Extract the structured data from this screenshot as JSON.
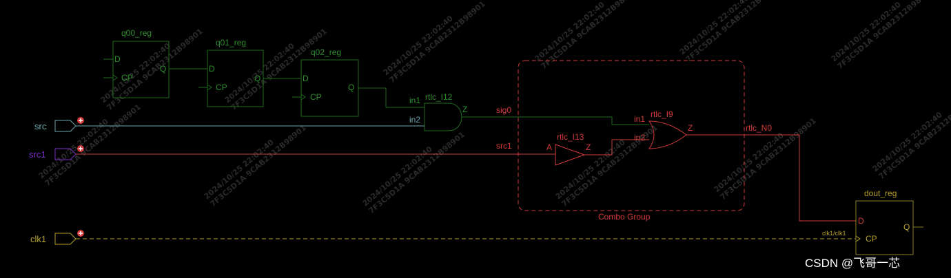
{
  "colors": {
    "background": "#000000",
    "green": "#1f6b1f",
    "greenText": "#2f8f2f",
    "red": "#d23b3b",
    "teal": "#6aa8b0",
    "purple": "#7b2ec8",
    "yellow": "#b6a22c",
    "yellowDim": "#8f7f22",
    "watermark": "#2a2a2a"
  },
  "inputs": {
    "src": "src",
    "src1": "src1",
    "clk1": "clk1"
  },
  "registers": {
    "q00": {
      "name": "q00_reg",
      "d": "D",
      "cp": "CP",
      "q": "Q"
    },
    "q01": {
      "name": "q01_reg",
      "d": "D",
      "cp": "CP",
      "q": "Q"
    },
    "q02": {
      "name": "q02_reg",
      "d": "D",
      "cp": "CP",
      "q": "Q"
    },
    "dout": {
      "name": "dout_reg",
      "d": "D",
      "cp": "CP",
      "q": "Q"
    }
  },
  "gates": {
    "and": {
      "name": "rtlc_I12",
      "in1": "in1",
      "in2": "in2",
      "out": "Z"
    },
    "or": {
      "name": "rtlc_I9",
      "in1": "in1",
      "in2": "in2",
      "out": "Z"
    },
    "buf": {
      "name": "rtlc_I13",
      "in": "A",
      "out": "Z"
    }
  },
  "nets": {
    "sig0": "sig0",
    "src1": "src1",
    "rtlc_N0": "rtlc_N0",
    "clk": "clk1/clk1"
  },
  "group": {
    "label": "Combo Group"
  },
  "watermark": {
    "line1": "2024/10/25 22:02:40",
    "line2": "7F3C5D1A 9CAB2312B98901"
  },
  "credit": "CSDN @飞哥一芯"
}
